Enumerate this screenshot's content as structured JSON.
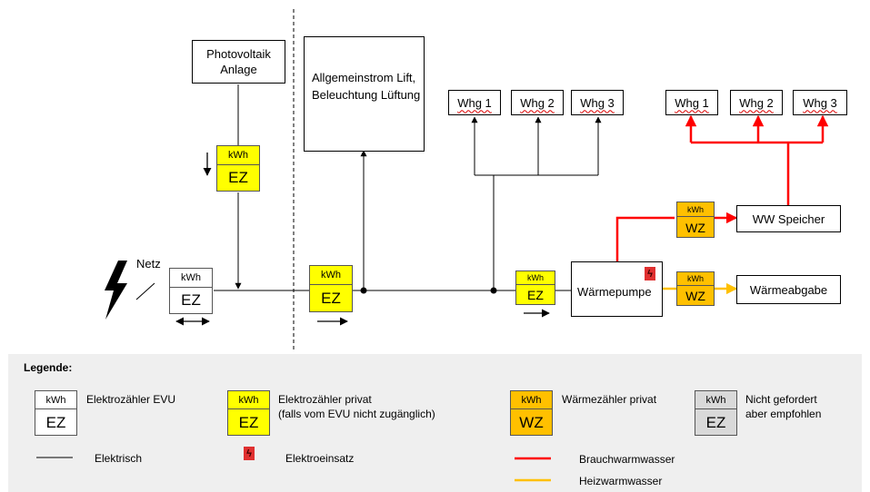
{
  "diagram": {
    "netz_label": "Netz",
    "pv_label": "Photovoltaik Anlage",
    "allgemein_label": "Allgemeinstrom Lift, Beleuchtung Lüftung",
    "waermepumpe_label": "Wärmepumpe",
    "ww_speicher_label": "WW Speicher",
    "waermeabgabe_label": "Wärmeabgabe",
    "whg_left": [
      "Whg 1",
      "Whg 2",
      "Whg 3"
    ],
    "whg_right": [
      "Whg 1",
      "Whg 2",
      "Whg 3"
    ],
    "meter_unit": "kWh",
    "ez_label": "EZ",
    "wz_label": "WZ",
    "insert_glyph": "ϟ"
  },
  "legend": {
    "title": "Legende:",
    "evu_label": "Elektrozähler EVU",
    "priv_label_1": "Elektrozähler privat",
    "priv_label_2": "(falls vom EVU nicht zugänglich)",
    "wz_label": "Wärmezähler privat",
    "grey_label_1": "Nicht gefordert",
    "grey_label_2": "aber empfohlen",
    "elektrisch_label": "Elektrisch",
    "insert_label": "Elektroeinsatz",
    "brauch_label": "Brauchwarmwasser",
    "heiz_label": "Heizwarmwasser"
  },
  "colors": {
    "brauchwarmwasser": "#ff0000",
    "heizwarmwasser": "#ffc000",
    "ez_privat": "#ffff00",
    "wz": "#ffc000",
    "grey": "#d9d9d9",
    "legend_bg": "#efefef"
  }
}
